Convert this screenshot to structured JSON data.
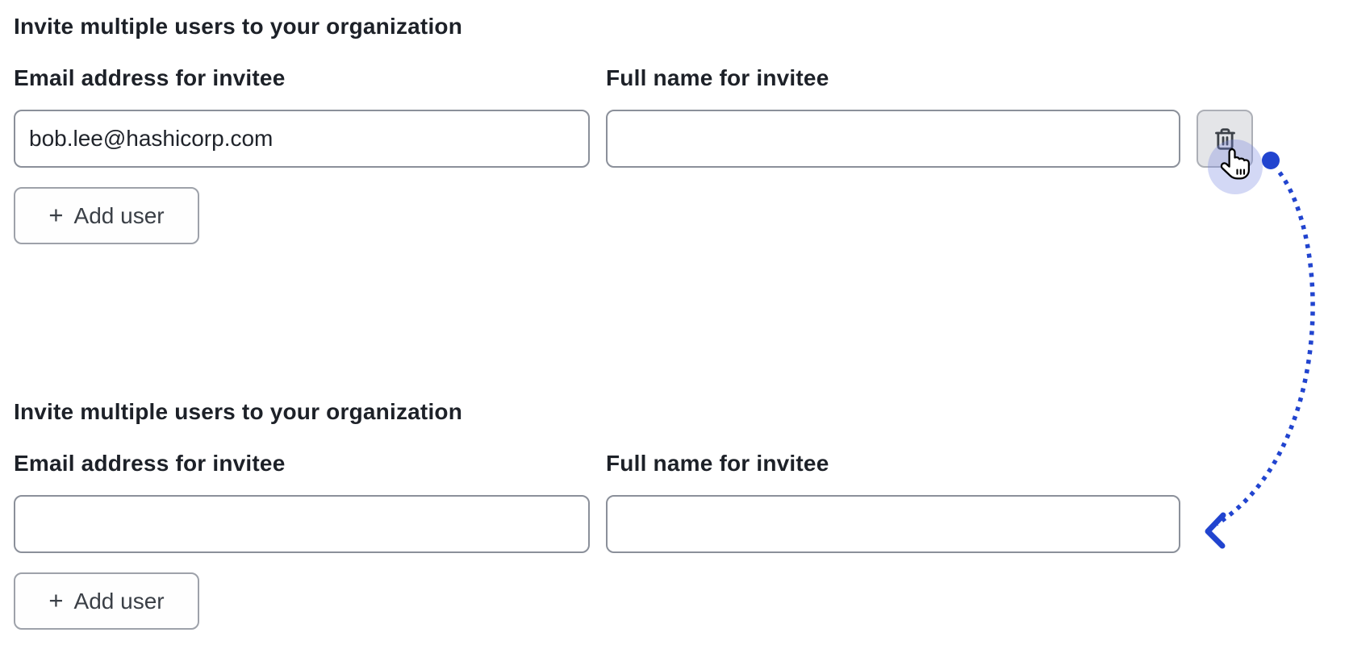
{
  "colors": {
    "accent_blue": "#2144cf",
    "click_highlight": "rgba(122,138,224,0.33)",
    "text": "#1d2128",
    "input_border": "#8b909a",
    "trash_button_bg": "#e4e5e8"
  },
  "sections": {
    "before": {
      "heading": "Invite multiple users to your organization",
      "email_label": "Email address for invitee",
      "email_value": "bob.lee@hashicorp.com",
      "name_label": "Full name for invitee",
      "name_value": "",
      "plus_sign": "+",
      "add_user_label": "Add user",
      "delete_icon": "trash-icon"
    },
    "after": {
      "heading": "Invite multiple users to your organization",
      "email_label": "Email address for invitee",
      "email_value": "",
      "name_label": "Full name for invitee",
      "name_value": "",
      "plus_sign": "+",
      "add_user_label": "Add user"
    }
  },
  "annotation": {
    "type": "click-then-result dotted arrow",
    "cursor": "hand-pointer-icon",
    "arrow_color": "#2144cf"
  }
}
